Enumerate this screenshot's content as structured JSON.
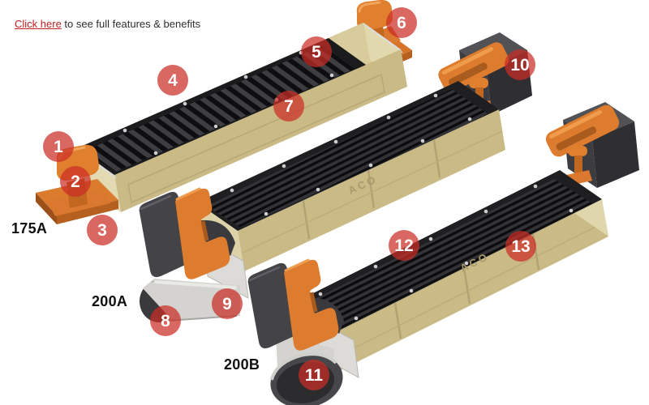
{
  "link": {
    "highlight_text": "Click here",
    "rest_text": " to see full features & benefits"
  },
  "product_labels": [
    {
      "text": "175A"
    },
    {
      "text": "200A"
    },
    {
      "text": "200B"
    }
  ],
  "markers": [
    {
      "number": "1"
    },
    {
      "number": "2"
    },
    {
      "number": "3"
    },
    {
      "number": "4"
    },
    {
      "number": "5"
    },
    {
      "number": "6"
    },
    {
      "number": "7"
    },
    {
      "number": "8"
    },
    {
      "number": "9"
    },
    {
      "number": "10"
    },
    {
      "number": "11"
    },
    {
      "number": "12"
    },
    {
      "number": "13"
    }
  ],
  "brand": {
    "embossed_logo": "ACO"
  },
  "colors": {
    "marker_red": "rgba(203,44,38,0.72)",
    "link_red": "#c41e1e",
    "rail_orange": "#dd7c2e",
    "body_tan": "#c9ba86",
    "grate_dark": "#323236"
  }
}
